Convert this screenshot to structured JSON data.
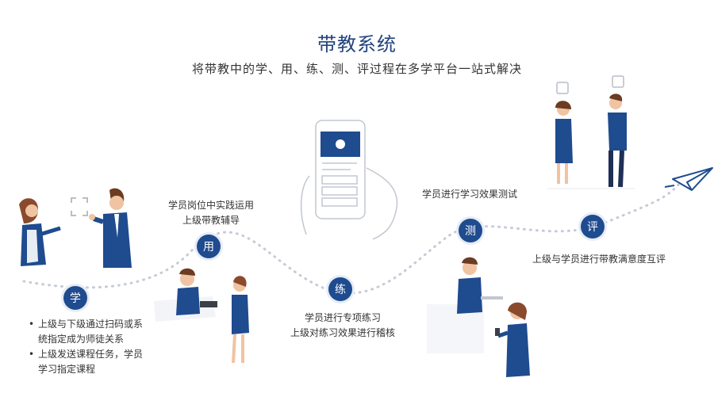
{
  "header": {
    "title": "带教系统",
    "subtitle": "将带教中的学、用、练、测、评过程在多学平台一站式解决"
  },
  "steps": [
    {
      "label": "学"
    },
    {
      "label": "用"
    },
    {
      "label": "练"
    },
    {
      "label": "测"
    },
    {
      "label": "评"
    }
  ],
  "learn": {
    "bullets": [
      "上级与下级通过扫码或系统指定成为师徒关系",
      "上级发送课程任务，学员学习指定课程"
    ]
  },
  "use": {
    "lines": [
      "学员岗位中实践运用",
      "上级带教辅导"
    ]
  },
  "practice": {
    "lines": [
      "学员进行专项练习",
      "上级对练习效果进行稽核"
    ]
  },
  "test": {
    "lines": [
      "学员进行学习效果测试"
    ]
  },
  "evaluate": {
    "lines": [
      "上级与学员进行带教满意度互评"
    ]
  },
  "colors": {
    "accent": "#1f4b8f",
    "title": "#23447d",
    "path_dots": "#c5cbd6"
  }
}
